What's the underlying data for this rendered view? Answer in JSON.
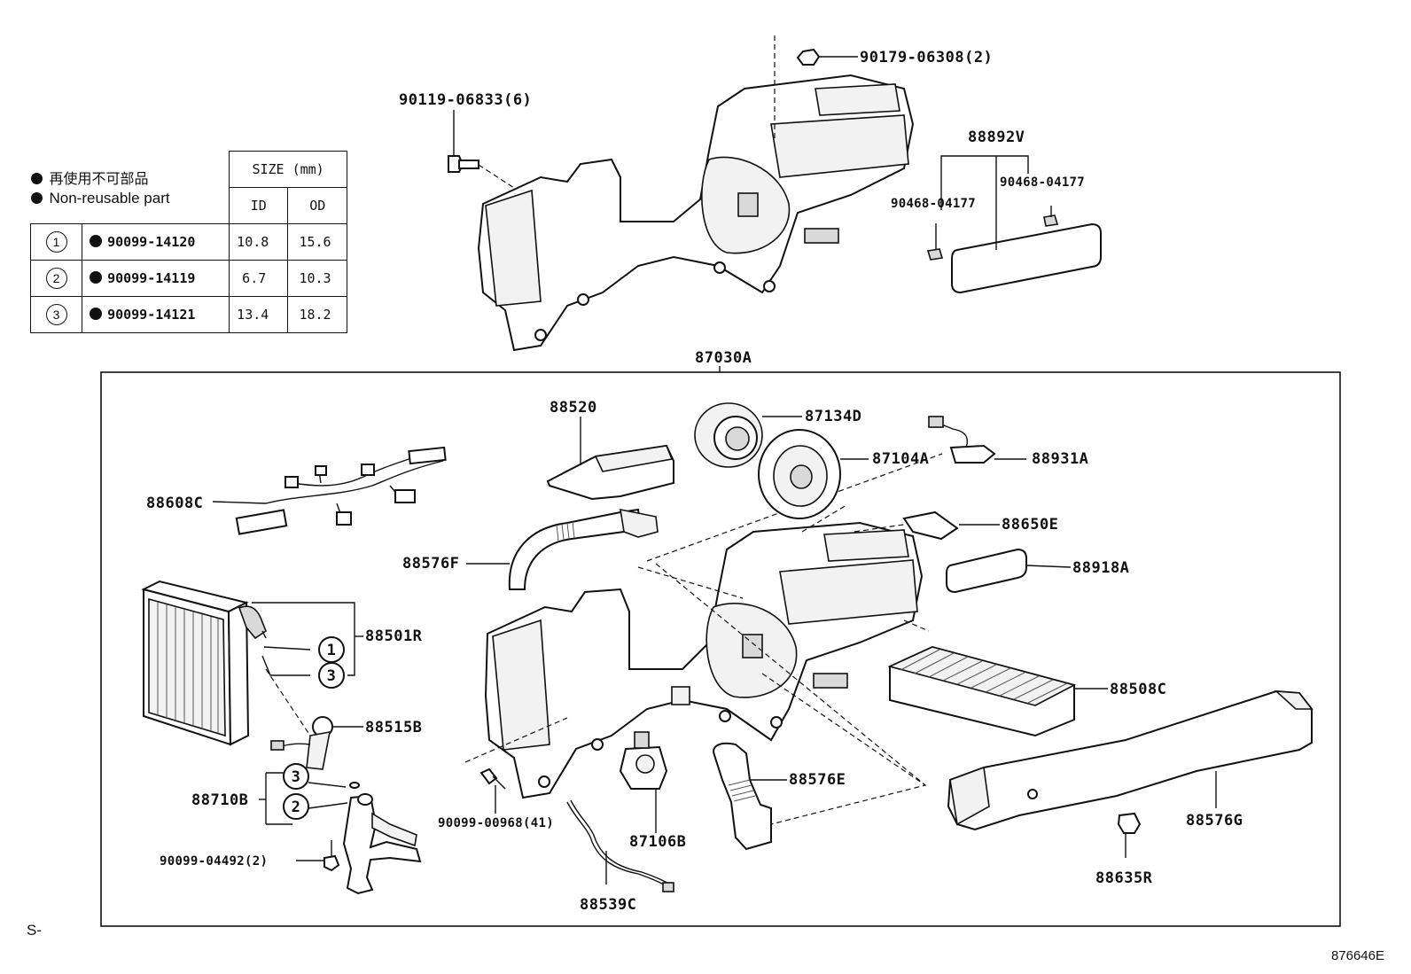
{
  "legend": {
    "line_jp": "再使用不可部品",
    "line_en": "Non-reusable part"
  },
  "size_table": {
    "size_header": "SIZE (mm)",
    "id_header": "ID",
    "od_header": "OD",
    "rows": [
      {
        "ref": "1",
        "part": "90099-14120",
        "id": "10.8",
        "od": "15.6"
      },
      {
        "ref": "2",
        "part": "90099-14119",
        "id": "6.7",
        "od": "10.3"
      },
      {
        "ref": "3",
        "part": "90099-14121",
        "id": "13.4",
        "od": "18.2"
      }
    ]
  },
  "labels": {
    "screw_top": "90179-06308(2)",
    "screw_left": "90119-06833(6)",
    "filter_cover": "88892V",
    "clip_left": "90468-04177",
    "clip_right": "90468-04177",
    "unit_assy": "87030A",
    "duct_88520": "88520",
    "fan": "87134D",
    "blower_motor": "87104A",
    "sensor_88931A": "88931A",
    "harness": "88608C",
    "amp_88650E": "88650E",
    "hose_88576F": "88576F",
    "pad_88918A": "88918A",
    "evaporator": "88501R",
    "ring_1": "1",
    "ring_3a": "3",
    "filter": "88508C",
    "thermistor": "88515B",
    "valve_ring_3": "3",
    "valve_ring_2": "2",
    "exp_valve": "88710B",
    "screw_bottom": "90099-00968(41)",
    "servo": "87106B",
    "duct_88576E": "88576E",
    "duct_88576G": "88576G",
    "bolt_valve": "90099-04492(2)",
    "pipe_88539C": "88539C",
    "clip_88635R": "88635R"
  },
  "footer": {
    "left": "S-",
    "right": "876646E"
  }
}
